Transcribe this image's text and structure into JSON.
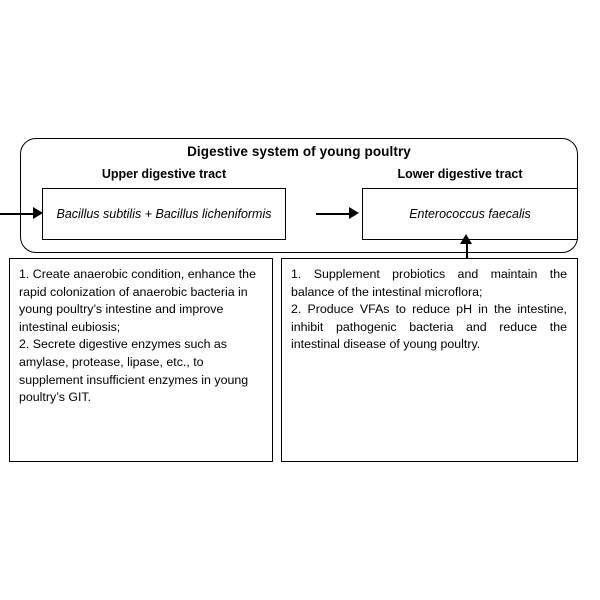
{
  "diagram": {
    "outer": {
      "title": "Digestive system of young poultry",
      "upper_label": "Upper digestive tract",
      "lower_label": "Lower digestive tract",
      "upper_species": "Bacillus subtilis + Bacillus licheniformis",
      "lower_species": "Enterococcus faecalis"
    },
    "left_panel": {
      "item1": "1. Create anaerobic condition, enhance the rapid colonization of anaerobic bacteria in young poultry’s intestine and improve intestinal eubiosis;",
      "item2": "2. Secrete digestive enzymes such as amylase, protease, lipase, etc., to supplement insufficient enzymes in young poultry’s GIT."
    },
    "right_panel": {
      "item1": "1. Supplement probiotics and maintain the balance of the intestinal microflora;",
      "item2": "2. Produce VFAs to reduce pH in the intestine, inhibit pathogenic bacteria and reduce the intestinal disease of young poultry."
    },
    "arrows": {
      "inlet": "arrow-right",
      "upper_to_lower": "arrow-right",
      "right_panel_to_lower": "arrow-up"
    },
    "colors": {
      "stroke": "#000000",
      "background": "#ffffff"
    }
  }
}
